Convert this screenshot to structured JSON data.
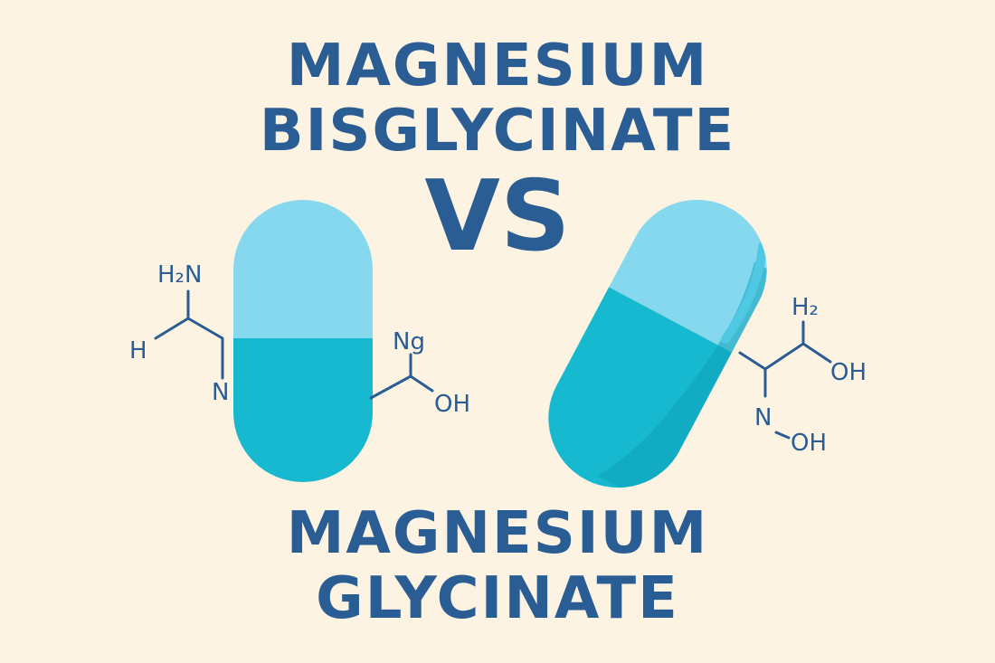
{
  "heading_top": {
    "line1": "MAGNESIUM",
    "line2": "BISGLYCINATE"
  },
  "vs_label": "VS",
  "heading_bottom": {
    "line1": "MAGNESIUM",
    "line2": "GLYCINATE"
  },
  "left_molecule": {
    "h2n": "H₂N",
    "h": "H",
    "n": "N",
    "ng": "Ng",
    "oh": "OH"
  },
  "right_molecule": {
    "h2": "H₂",
    "oh_top": "OH",
    "n": "N",
    "oh_bottom": "OH"
  },
  "colors": {
    "background": "#fdf3e2",
    "text": "#2a5d93",
    "capsule_light": "#86d8ee",
    "capsule_dark": "#17b9d0",
    "capsule_shade": "#0da2b8"
  },
  "icons": [
    "capsule-icon",
    "tilted-capsule-icon",
    "molecule-structure"
  ]
}
